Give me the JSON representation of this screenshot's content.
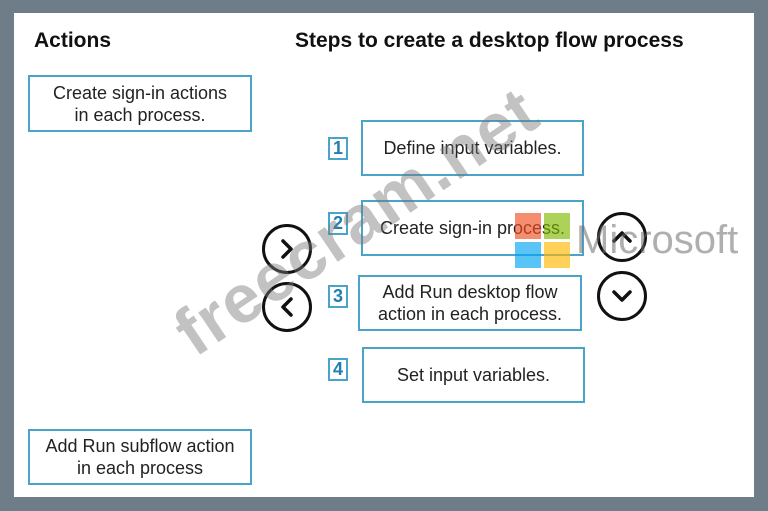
{
  "headings": {
    "actions": "Actions",
    "steps": "Steps to create a desktop flow process"
  },
  "actions": [
    {
      "label": "Create sign-in actions\nin each process."
    },
    {
      "label": "Add Run subflow action\nin each process"
    }
  ],
  "steps": [
    {
      "number": "1",
      "label": "Define input variables."
    },
    {
      "number": "2",
      "label": "Create sign-in process."
    },
    {
      "number": "3",
      "label": "Add Run desktop flow\naction in each process."
    },
    {
      "number": "4",
      "label": "Set input variables."
    }
  ],
  "controls": {
    "move_right": "chevron-right-icon",
    "move_left": "chevron-left-icon",
    "move_up": "chevron-up-icon",
    "move_down": "chevron-down-icon"
  },
  "watermark": {
    "site": "freecram.net",
    "brand": "Microsoft",
    "logo_colors": [
      "#f25022",
      "#7fba00",
      "#00a4ef",
      "#ffb900"
    ]
  }
}
